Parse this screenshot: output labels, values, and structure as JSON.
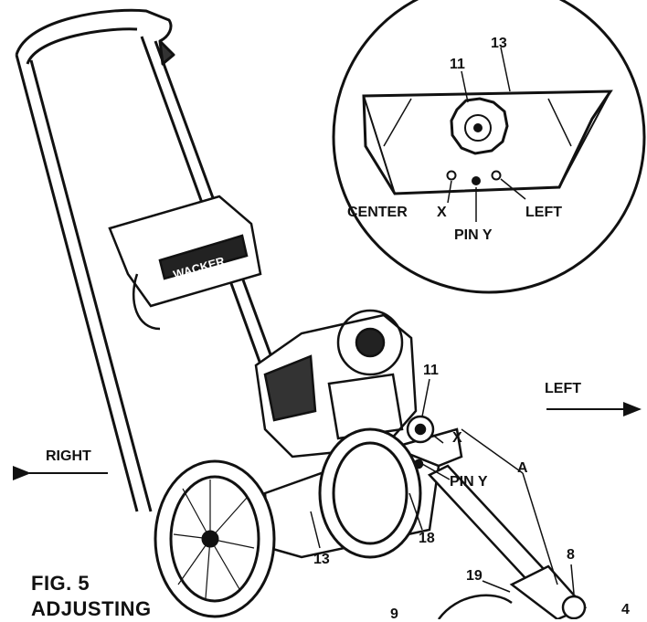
{
  "callouts": {
    "inset_13": "13",
    "inset_11": "11",
    "inset_center": "CENTER",
    "inset_x": "X",
    "inset_left": "LEFT",
    "inset_pin_y": "PIN Y",
    "main_11": "11",
    "main_x": "X",
    "main_a": "A",
    "main_pin_y": "PIN Y",
    "main_18": "18",
    "main_13": "13",
    "main_8": "8",
    "main_19": "19",
    "main_4": "4",
    "main_9": "9"
  },
  "directions": {
    "left": "LEFT",
    "right": "RIGHT"
  },
  "figure": {
    "number": "FIG. 5",
    "caption": "ADJUSTING"
  },
  "decal": {
    "brand": "WACKER"
  }
}
